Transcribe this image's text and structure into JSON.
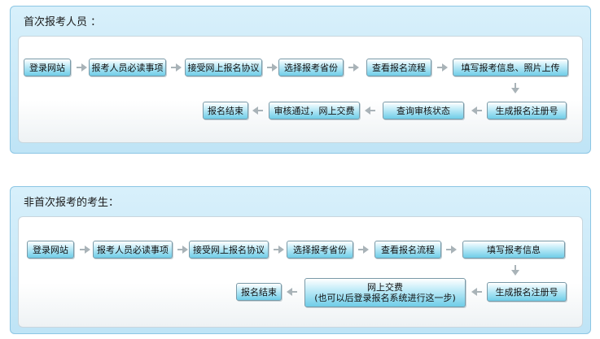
{
  "section1": {
    "title": "首次报考人员 ：",
    "steps": [
      "登录网站",
      "报考人员必读事项",
      "接受网上报名协议",
      "选择报考省份",
      "查看报名流程",
      "填写报考信息、照片上传",
      "生成报名注册号",
      "查询审核状态",
      "审核通过，网上交费",
      "报名结束"
    ]
  },
  "section2": {
    "title": "非首次报考的考生：",
    "steps": [
      "登录网站",
      "报考人员必读事项",
      "接受网上报名协议",
      "选择报考省份",
      "查看报名流程",
      "填写报考信息",
      "生成报名注册号",
      "网上交费\n(也可以后登录报名系统进行这一步)",
      "报名结束"
    ]
  },
  "icons": {
    "flow_arrow_right": "arrow-right-icon",
    "flow_arrow_left": "arrow-left-icon",
    "flow_arrow_down": "arrow-down-icon"
  }
}
